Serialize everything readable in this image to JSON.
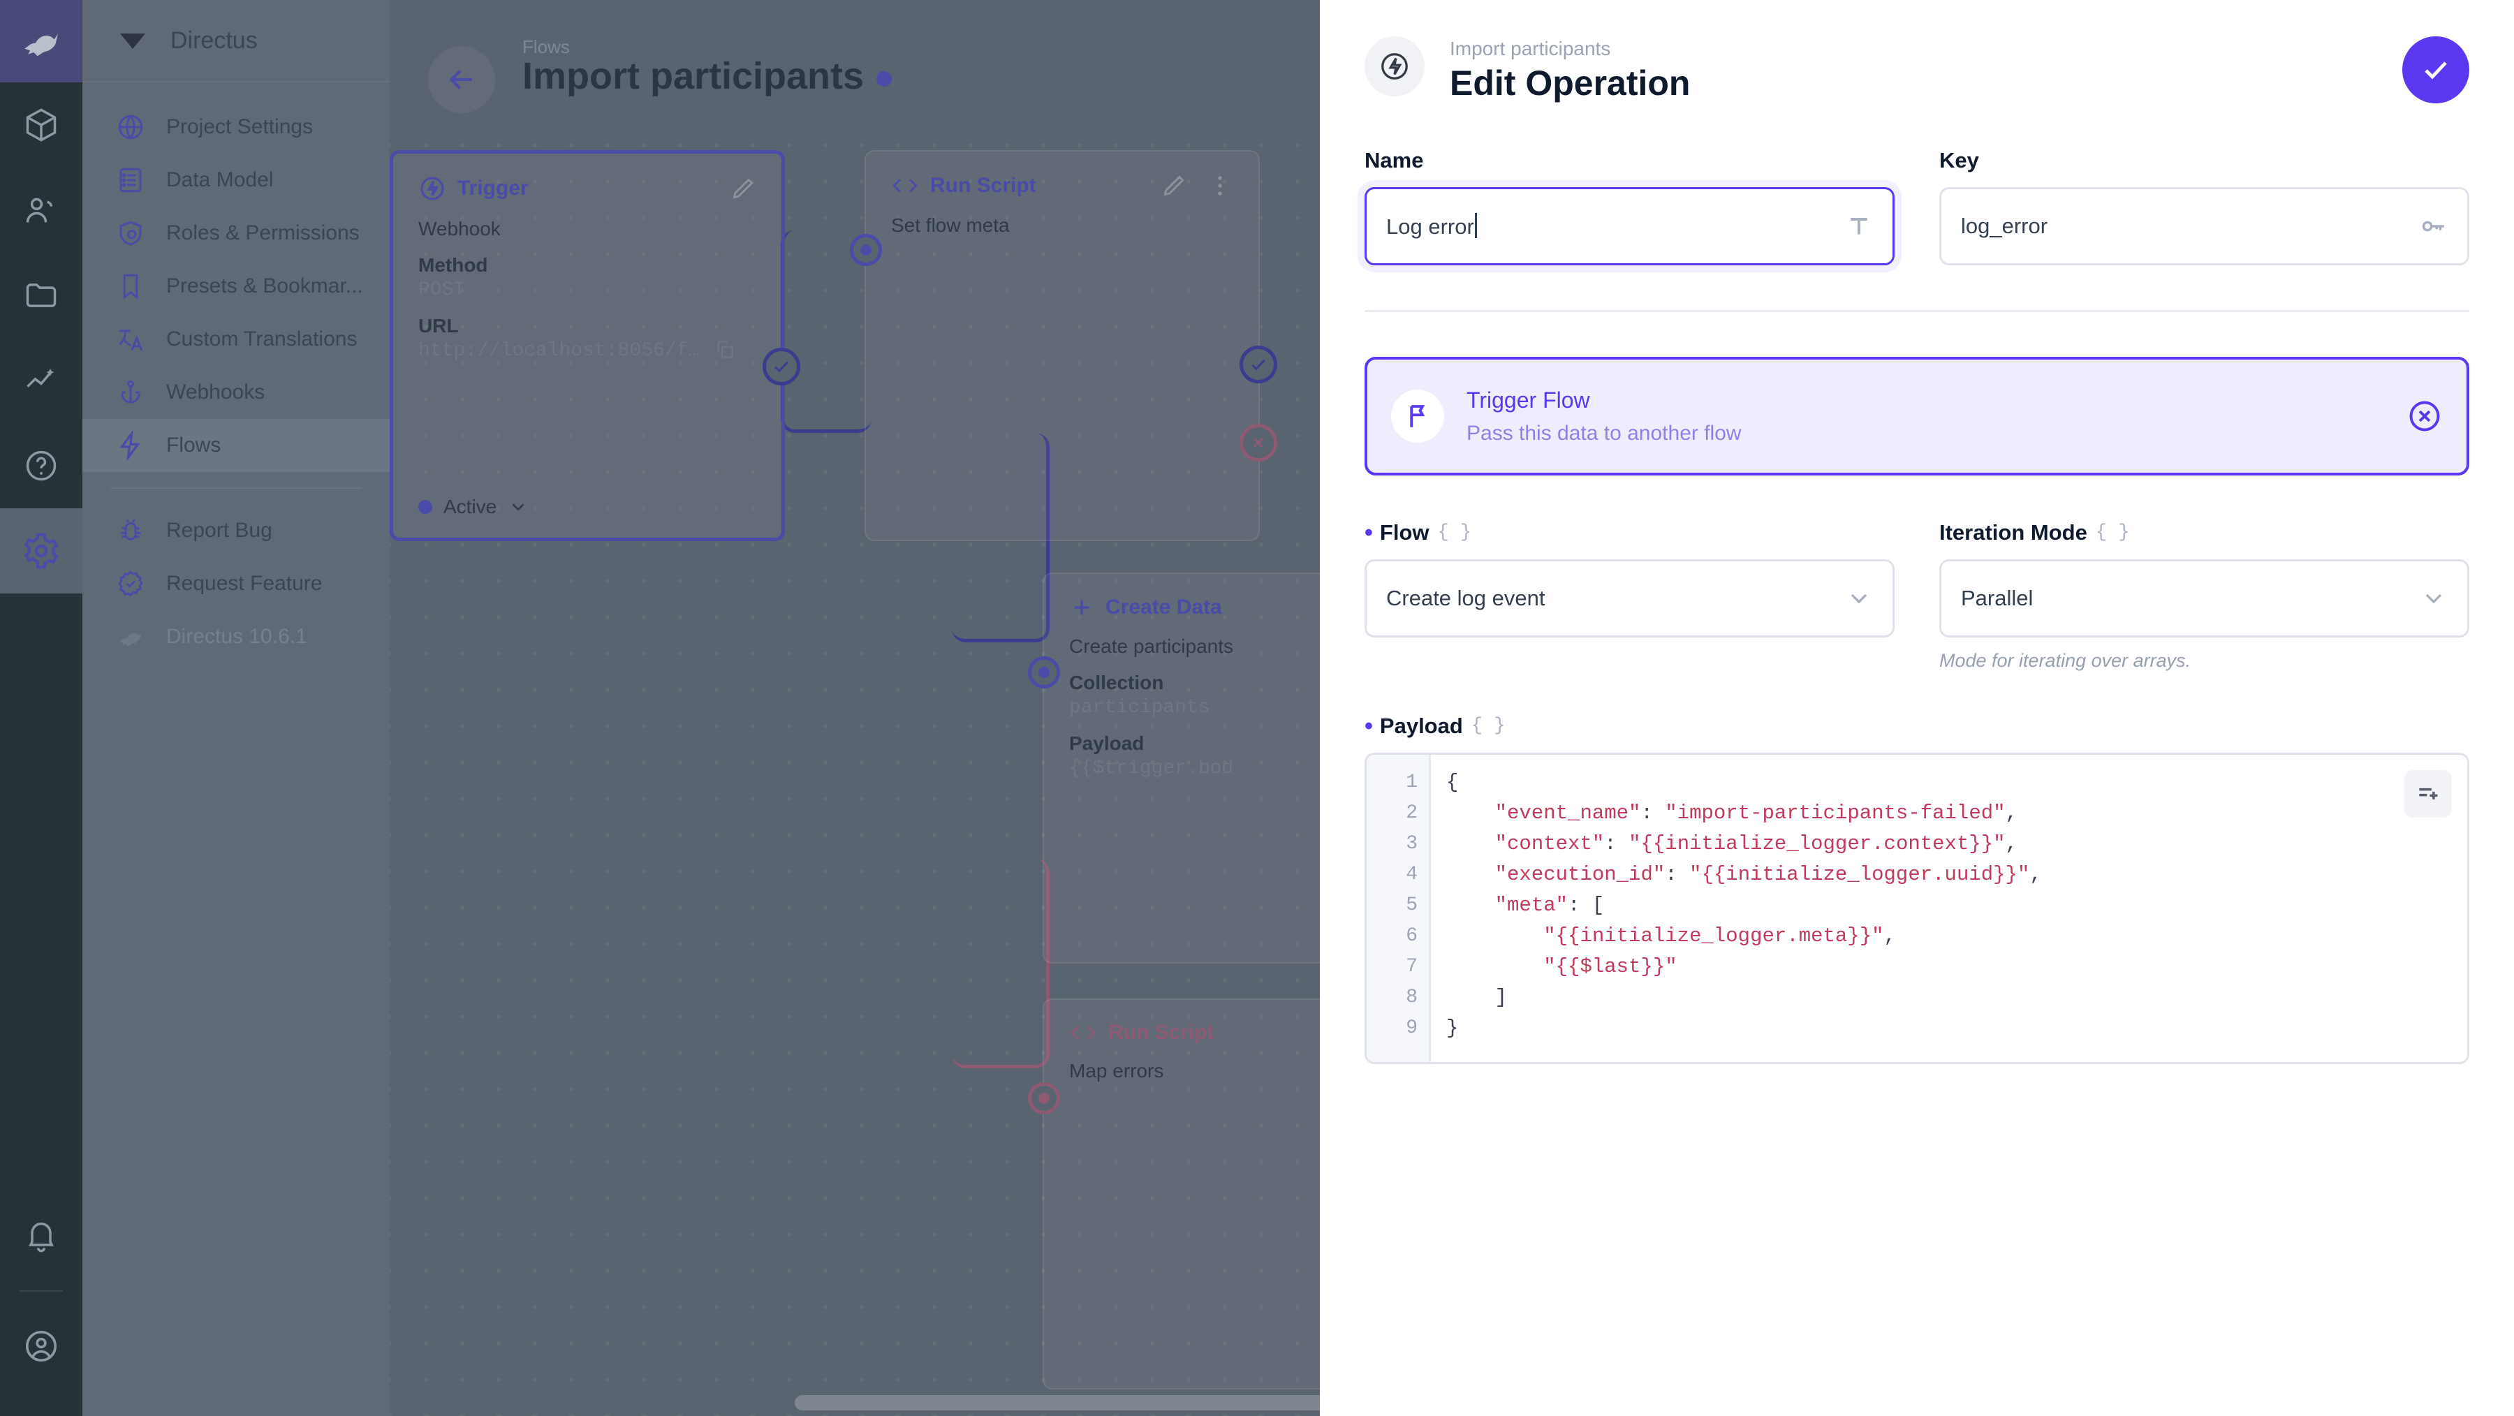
{
  "module_bar": {
    "brand_icon": "directus-rabbit-logo",
    "items": [
      {
        "name": "content",
        "icon": "box-icon",
        "active": false
      },
      {
        "name": "users",
        "icon": "people-icon",
        "active": false
      },
      {
        "name": "files",
        "icon": "folder-icon",
        "active": false
      },
      {
        "name": "insights",
        "icon": "chart-icon",
        "active": false
      },
      {
        "name": "docs",
        "icon": "help-circle-icon",
        "active": false
      },
      {
        "name": "settings",
        "icon": "gear-icon",
        "active": true
      }
    ],
    "bottom": [
      {
        "name": "notifications",
        "icon": "bell-icon"
      },
      {
        "name": "account",
        "icon": "user-circle-icon"
      }
    ]
  },
  "sidebar": {
    "title": "Directus",
    "logo_icon": "directus-mark-icon",
    "items": [
      {
        "label": "Project Settings",
        "icon": "globe-icon",
        "active": false
      },
      {
        "label": "Data Model",
        "icon": "list-box-icon",
        "active": false
      },
      {
        "label": "Roles & Permissions",
        "icon": "shield-user-icon",
        "active": false
      },
      {
        "label": "Presets & Bookmar...",
        "icon": "bookmark-icon",
        "active": false
      },
      {
        "label": "Custom Translations",
        "icon": "translate-icon",
        "active": false
      },
      {
        "label": "Webhooks",
        "icon": "anchor-icon",
        "active": false
      },
      {
        "label": "Flows",
        "icon": "bolt-icon",
        "active": true
      }
    ],
    "footer_items": [
      {
        "label": "Report Bug",
        "icon": "bug-icon"
      },
      {
        "label": "Request Feature",
        "icon": "badge-check-icon"
      },
      {
        "label": "Directus 10.6.1",
        "icon": "directus-rabbit-icon",
        "muted": true
      }
    ]
  },
  "canvas": {
    "breadcrumb": "Flows",
    "page_title": "Import participants",
    "back_icon": "arrow-left-icon",
    "close_icon": "close-icon",
    "nodes": [
      {
        "type_label": "Trigger",
        "type_icon": "bolt-circle-icon",
        "edit_icon": "pencil-icon",
        "subtitle": "Webhook",
        "fields": [
          {
            "label": "Method",
            "value": "POST"
          },
          {
            "label": "URL",
            "value": "http://localhost:8056/f…",
            "copy_icon": "copy-icon"
          }
        ],
        "status_label": "Active",
        "status_chevron": "chevron-down-icon"
      },
      {
        "type_label": "Run Script",
        "type_icon": "code-brackets-icon",
        "edit_icon": "pencil-icon",
        "more_icon": "dots-vertical-icon",
        "subtitle": "Set flow meta"
      },
      {
        "type_label": "Create Data",
        "type_icon": "plus-icon",
        "subtitle": "Create participants",
        "fields": [
          {
            "label": "Collection",
            "value": "participants"
          },
          {
            "label": "Payload",
            "value": "{{$trigger.bod"
          }
        ]
      },
      {
        "type_label": "Run Script",
        "type_icon": "code-brackets-icon",
        "subtitle": "Map errors"
      }
    ]
  },
  "drawer": {
    "header": {
      "icon": "bolt-circle-icon",
      "subtitle": "Import participants",
      "title": "Edit Operation",
      "save_icon": "check-icon"
    },
    "name_field": {
      "label": "Name",
      "value": "Log error",
      "icon": "text-format-icon"
    },
    "key_field": {
      "label": "Key",
      "value": "log_error",
      "icon": "key-icon"
    },
    "operation_card": {
      "icon": "flag-icon",
      "title": "Trigger Flow",
      "subtitle": "Pass this data to another flow",
      "remove_icon": "close-circle-icon"
    },
    "flow_field": {
      "label": "Flow",
      "braces": "{ }",
      "value": "Create log event",
      "chevron_icon": "chevron-down-icon",
      "required": true
    },
    "iteration_field": {
      "label": "Iteration Mode",
      "braces": "{ }",
      "value": "Parallel",
      "chevron_icon": "chevron-down-icon",
      "hint": "Mode for iterating over arrays.",
      "required": false
    },
    "payload_field": {
      "label": "Payload",
      "braces": "{ }",
      "required": true,
      "expand_icon": "add-lines-icon",
      "line_numbers": [
        "1",
        "2",
        "3",
        "4",
        "5",
        "6",
        "7",
        "8",
        "9"
      ],
      "lines": [
        {
          "indent": 0,
          "tokens": [
            {
              "t": "{",
              "k": "p"
            }
          ]
        },
        {
          "indent": 1,
          "tokens": [
            {
              "t": "\"event_name\"",
              "k": "s"
            },
            {
              "t": ": ",
              "k": "p"
            },
            {
              "t": "\"import-participants-failed\"",
              "k": "s"
            },
            {
              "t": ",",
              "k": "p"
            }
          ]
        },
        {
          "indent": 1,
          "tokens": [
            {
              "t": "\"context\"",
              "k": "s"
            },
            {
              "t": ": ",
              "k": "p"
            },
            {
              "t": "\"{{initialize_logger.context}}\"",
              "k": "s"
            },
            {
              "t": ",",
              "k": "p"
            }
          ]
        },
        {
          "indent": 1,
          "tokens": [
            {
              "t": "\"execution_id\"",
              "k": "s"
            },
            {
              "t": ": ",
              "k": "p"
            },
            {
              "t": "\"{{initialize_logger.uuid}}\"",
              "k": "s"
            },
            {
              "t": ",",
              "k": "p"
            }
          ]
        },
        {
          "indent": 1,
          "tokens": [
            {
              "t": "\"meta\"",
              "k": "s"
            },
            {
              "t": ": [",
              "k": "p"
            }
          ]
        },
        {
          "indent": 2,
          "tokens": [
            {
              "t": "\"{{initialize_logger.meta}}\"",
              "k": "s"
            },
            {
              "t": ",",
              "k": "p"
            }
          ]
        },
        {
          "indent": 2,
          "tokens": [
            {
              "t": "\"{{$last}}\"",
              "k": "s"
            }
          ]
        },
        {
          "indent": 1,
          "tokens": [
            {
              "t": "]",
              "k": "p"
            }
          ]
        },
        {
          "indent": 0,
          "tokens": [
            {
              "t": "}",
              "k": "p"
            }
          ]
        }
      ]
    }
  },
  "colors": {
    "accent": "#5b38ef",
    "flow_purple": "#4b4ba8",
    "error_rose": "#8e5a72",
    "drawer_bg": "#ffffff",
    "canvas_bg": "#5a6470",
    "modbar_bg": "#263238"
  }
}
